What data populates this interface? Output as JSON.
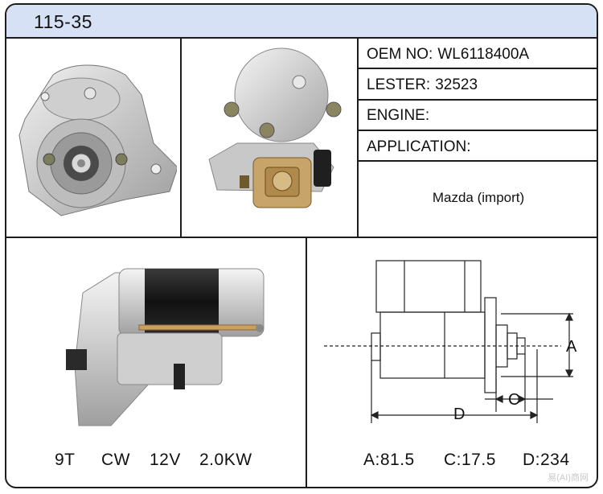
{
  "product": {
    "code": "115-35"
  },
  "specs": {
    "oem_label": "OEM NO:",
    "oem_value": "WL6118400A",
    "lester_label": "LESTER:",
    "lester_value": "32523",
    "engine_label": "ENGINE:",
    "engine_value": "",
    "application_label": "APPLICATION:",
    "application_value": "Mazda (import)"
  },
  "photo_specs": {
    "teeth": "9T",
    "rotation": "CW",
    "voltage": "12V",
    "power": "2.0KW"
  },
  "dimensions": {
    "a": "A:81.5",
    "c": "C:17.5",
    "d": "D:234",
    "label_a": "A",
    "label_c": "C",
    "label_d": "D"
  },
  "icons": {
    "front_view": "starter-front-view-photo",
    "rear_view": "starter-rear-view-photo",
    "side_view": "starter-side-view-photo",
    "drawing": "starter-dimension-drawing"
  },
  "watermark": "易(AI)商网"
}
